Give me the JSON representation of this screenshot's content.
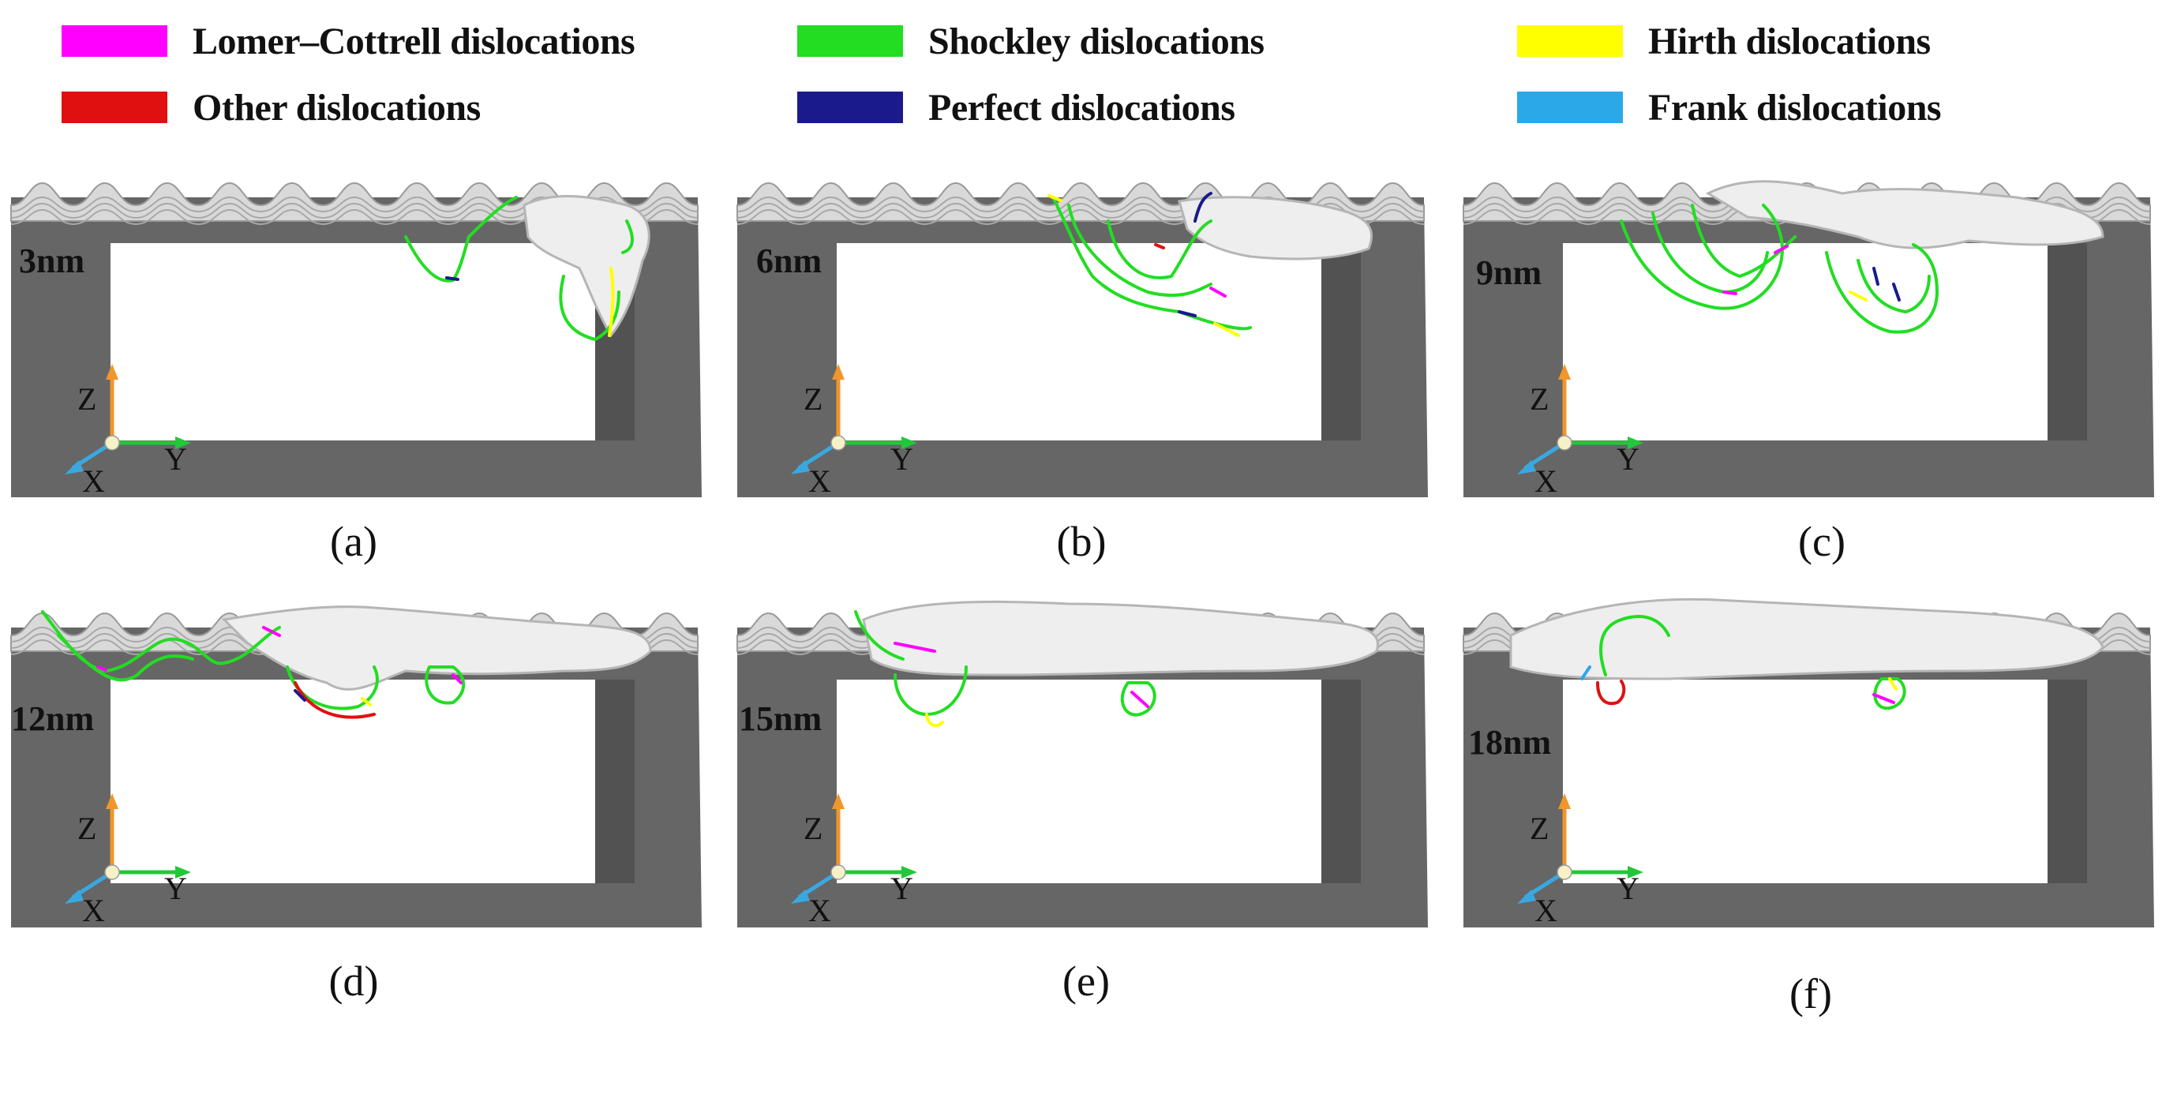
{
  "legend": {
    "items": [
      {
        "label": "Lomer–Cottrell dislocations",
        "color": "#ff00ff"
      },
      {
        "label": "Shockley dislocations",
        "color": "#22dd22"
      },
      {
        "label": "Hirth dislocations",
        "color": "#ffff00"
      },
      {
        "label": "Other dislocations",
        "color": "#e01010"
      },
      {
        "label": "Perfect dislocations",
        "color": "#1a1a8c"
      },
      {
        "label": "Frank dislocations",
        "color": "#2aa8e8"
      }
    ]
  },
  "axes": {
    "z": "Z",
    "x": "X",
    "y": "Y",
    "z_color": "#f0962a",
    "y_color": "#22c83a",
    "x_color": "#3aa8e0"
  },
  "colors": {
    "substrate": "#666666",
    "substrate_dark": "#4a4a4a",
    "pile": "#eeeeee",
    "pile_edge": "#b5b5b5"
  },
  "panels": [
    {
      "id": "a",
      "depth": "3nm",
      "caption": "(a)"
    },
    {
      "id": "b",
      "depth": "6nm",
      "caption": "(b)"
    },
    {
      "id": "c",
      "depth": "9nm",
      "caption": "(c)"
    },
    {
      "id": "d",
      "depth": "12nm",
      "caption": "(d)"
    },
    {
      "id": "e",
      "depth": "15nm",
      "caption": "(e)"
    },
    {
      "id": "f",
      "depth": "18nm",
      "caption": "(f)"
    }
  ]
}
